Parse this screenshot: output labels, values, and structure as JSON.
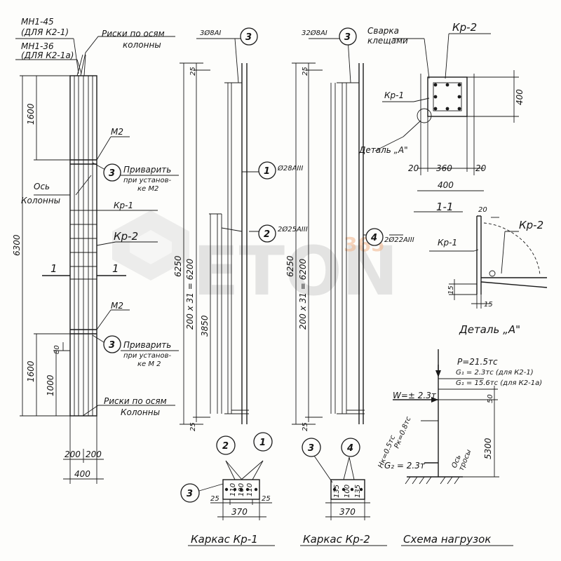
{
  "watermark": {
    "brand": "ETON",
    "sub": "365"
  },
  "column": {
    "marks_top_1": "МН1-45",
    "marks_top_2": "(ДЛЯ К2-1)",
    "marks_top_3": "МН1-36",
    "marks_top_4": "(ДЛЯ К2-1а)",
    "risks_top_1": "Риски по осям",
    "risks_top_2": "колонны",
    "m2_top": "М2",
    "weld_1": "Приварить",
    "weld_2": "при установ-",
    "weld_3": "ке М2",
    "axis_1": "Ось",
    "axis_2": "Колонны",
    "kr1": "Кр-1",
    "kr2": "Кр-2",
    "section_left": "1",
    "section_right": "1",
    "m2_bottom": "М2",
    "weld_b1": "Приварить",
    "weld_b2": "при установ-",
    "weld_b3": "ке М 2",
    "risks_bot_1": "Риски по осям",
    "risks_bot_2": "Колонны",
    "dim_1600_top": "1600",
    "dim_6300": "6300",
    "dim_1600_bot": "1600",
    "dim_1000": "1000",
    "dim_80": "80",
    "dim_200a": "200",
    "dim_200b": "200",
    "dim_400": "400",
    "callout_3": "3"
  },
  "frame1": {
    "bar_label": "3Ø8AI",
    "circle_3": "3",
    "dim_25_top": "25",
    "dim_6250": "6250",
    "dim_200x31": "200 x 31 = 6200",
    "dim_3850": "3850",
    "dim_25_bot": "25",
    "circle_1": "1",
    "bar_1": "Ø28AIII",
    "circle_2": "2",
    "bar_2": "2Ø25AIII"
  },
  "frame2": {
    "bar_label": "32Ø8AI",
    "circle_3": "3",
    "dim_25_top": "25",
    "dim_6250": "6250",
    "dim_200x31": "200 x 31 = 6200",
    "dim_25_bot": "25",
    "circle_4": "4",
    "bar_4": "2Ø22AIII"
  },
  "detail": {
    "welding_1": "Сварка",
    "welding_2": "клещами",
    "kr2": "Кр-2",
    "kr1": "Кр-1",
    "dim_400_v": "400",
    "detail_a": "Деталь „А\"",
    "dim_20a": "20",
    "dim_360": "360",
    "dim_20b": "20",
    "dim_400_h": "400"
  },
  "section11": {
    "title": "1-1",
    "dim_20": "20",
    "kr2": "Кр-2",
    "kr1": "Кр-1",
    "dim_15a": "15",
    "dim_15b": "15",
    "caption": "Деталь „А\""
  },
  "loads": {
    "p": "P=21.5тс",
    "g1a": "G₁ = 2.3тс (для К2-1)",
    "g1b": "G₁ = 15.6тс (для К2-1а)",
    "w": "W=± 2.3т",
    "dim_50": "50",
    "hk": "Hк=0.5тс",
    "pk": "Pк=0.8тс",
    "g2": "G₂ = 2.3т",
    "axis": "Ось",
    "beam": "тросы",
    "dim_5300": "5300",
    "caption": "Схема нагрузок"
  },
  "sec_kr1": {
    "c2": "2",
    "c1": "1",
    "c3": "3",
    "dims": [
      "25",
      "110",
      "100",
      "110",
      "25"
    ],
    "total": "370",
    "caption": "Каркас Кр-1"
  },
  "sec_kr2": {
    "c3": "3",
    "c4": "4",
    "dims": [
      "135",
      "100",
      "135"
    ],
    "total": "370",
    "caption": "Каркас Кр-2"
  }
}
